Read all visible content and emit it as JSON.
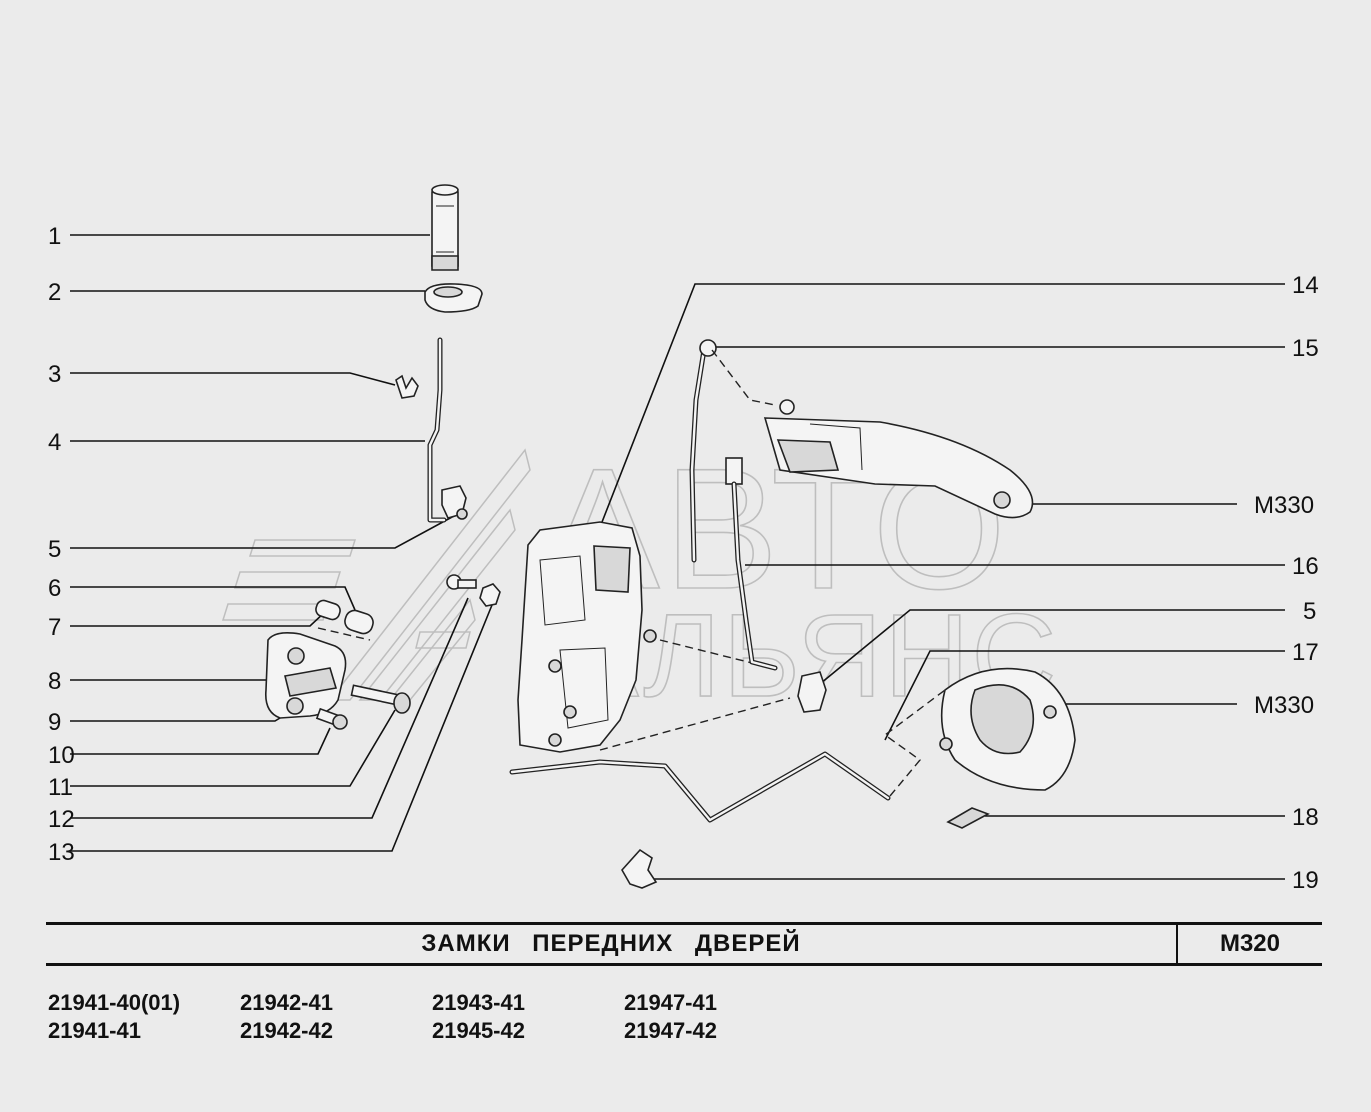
{
  "callouts_left": [
    {
      "label": "1"
    },
    {
      "label": "2"
    },
    {
      "label": "3"
    },
    {
      "label": "4"
    },
    {
      "label": "5"
    },
    {
      "label": "6"
    },
    {
      "label": "7"
    },
    {
      "label": "8"
    },
    {
      "label": "9"
    },
    {
      "label": "10"
    },
    {
      "label": "11"
    },
    {
      "label": "12"
    },
    {
      "label": "13"
    }
  ],
  "callouts_right": [
    {
      "label": "14"
    },
    {
      "label": "15"
    },
    {
      "label": "M330"
    },
    {
      "label": "16"
    },
    {
      "label": "5"
    },
    {
      "label": "17"
    },
    {
      "label": "M330"
    },
    {
      "label": "18"
    },
    {
      "label": "19"
    }
  ],
  "watermark": {
    "line1": "АВТО",
    "line2": "АЛЬЯНС"
  },
  "title_block": {
    "title": "ЗАМКИ ПЕРЕДНИХ ДВЕРЕЙ",
    "code": "М320"
  },
  "models": [
    "21941-40(01)",
    "21942-41",
    "21943-41",
    "21947-41",
    "21941-41",
    "21942-42",
    "21945-42",
    "21947-42"
  ],
  "colors": {
    "background": "#ebebeb",
    "ink": "#111111"
  }
}
